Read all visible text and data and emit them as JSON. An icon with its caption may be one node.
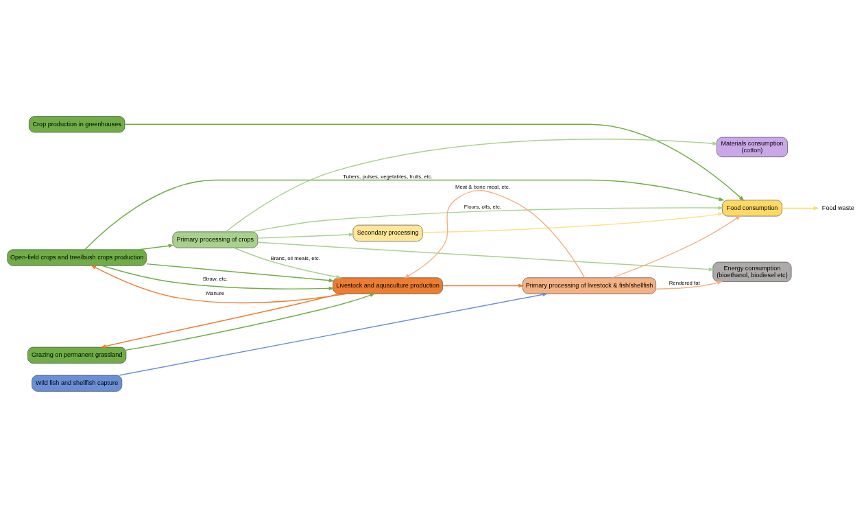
{
  "diagram": {
    "nodes": [
      {
        "text": [
          "Crop production in greenhouses"
        ]
      },
      {
        "text": [
          "Open-field crops and tree/bush crops production"
        ]
      },
      {
        "text": [
          "Grazing on permanent grassland"
        ]
      },
      {
        "text": [
          "Wild fish and shellfish capture"
        ]
      },
      {
        "text": [
          "Primary processing of crops"
        ]
      },
      {
        "text": [
          "Livestock and aquaculture production"
        ]
      },
      {
        "text": [
          "Secondary processing"
        ]
      },
      {
        "text": [
          "Primary processing of livestock & fish/shellfish"
        ]
      },
      {
        "text": [
          "Food consumption"
        ]
      },
      {
        "text": [
          "Energy consumption",
          "(bioethanol, biodiesel etc)"
        ]
      },
      {
        "text": [
          "Materials consumption",
          "(cotton)"
        ]
      },
      {
        "text": [
          "Food waste"
        ]
      }
    ],
    "edges": [
      {
        "from": 0,
        "to": 8,
        "arrow": "to"
      },
      {
        "from": 1,
        "to": 8,
        "arrow": "to",
        "label": "Tubers, pulses, vegetables, fruits, etc."
      },
      {
        "from": 1,
        "to": 4,
        "arrow": "to"
      },
      {
        "from": 1,
        "to": 5,
        "arrow": "to"
      },
      {
        "from": 1,
        "to": 5,
        "arrow": "to",
        "label": "Straw, etc."
      },
      {
        "from": 2,
        "to": 5,
        "arrow": "to"
      },
      {
        "from": 4,
        "to": 8,
        "arrow": "to",
        "label": "Flours, oils, etc.",
        "color": "#a9d18e"
      },
      {
        "from": 4,
        "to": 6,
        "arrow": "to",
        "color": "#a9d18e"
      },
      {
        "from": 4,
        "to": 9,
        "arrow": "to",
        "color": "#a9d18e"
      },
      {
        "from": 4,
        "to": 10,
        "arrow": "to",
        "color": "#a9d18e"
      },
      {
        "from": 4,
        "to": 5,
        "arrow": "to",
        "label": "Brans, oil meals, etc.",
        "color": "#a9d18e"
      },
      {
        "from": 6,
        "to": 8,
        "arrow": "to",
        "color": "#ffe08a"
      },
      {
        "from": 8,
        "to": 11,
        "arrow": "to",
        "color": "#ffd966"
      },
      {
        "from": 5,
        "to": 1,
        "arrow": "to",
        "label": "Manure",
        "color": "#ed7d31"
      },
      {
        "from": 5,
        "to": 2,
        "arrow": "to",
        "color": "#ed7d31"
      },
      {
        "from": 5,
        "to": 7,
        "arrow": "to",
        "color": "#ed7d31"
      },
      {
        "from": 3,
        "to": 7,
        "arrow": "to",
        "color": "#6a8fd6"
      },
      {
        "from": 7,
        "to": 8,
        "arrow": "to",
        "color": "#f4b183"
      },
      {
        "from": 7,
        "to": 9,
        "arrow": "to",
        "label": "Rendered fat",
        "color": "#f4b183"
      },
      {
        "from": 7,
        "to": 5,
        "arrow": "to",
        "label": "Meat & bone meal, etc.",
        "color": "#f4b183"
      }
    ]
  }
}
